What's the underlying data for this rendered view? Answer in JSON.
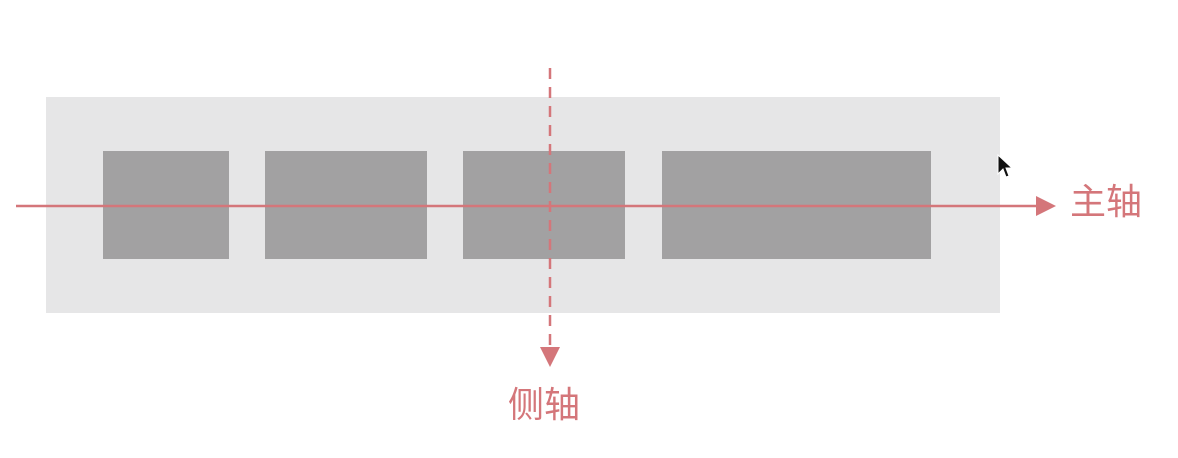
{
  "colors": {
    "axis": "#d4767a",
    "container": "#e6e6e7",
    "item": "#a2a1a2"
  },
  "diagram": {
    "main_axis_label": "主轴",
    "cross_axis_label": "侧轴",
    "item_count": 4
  },
  "cursor": {
    "icon": "mouse-pointer-icon"
  }
}
